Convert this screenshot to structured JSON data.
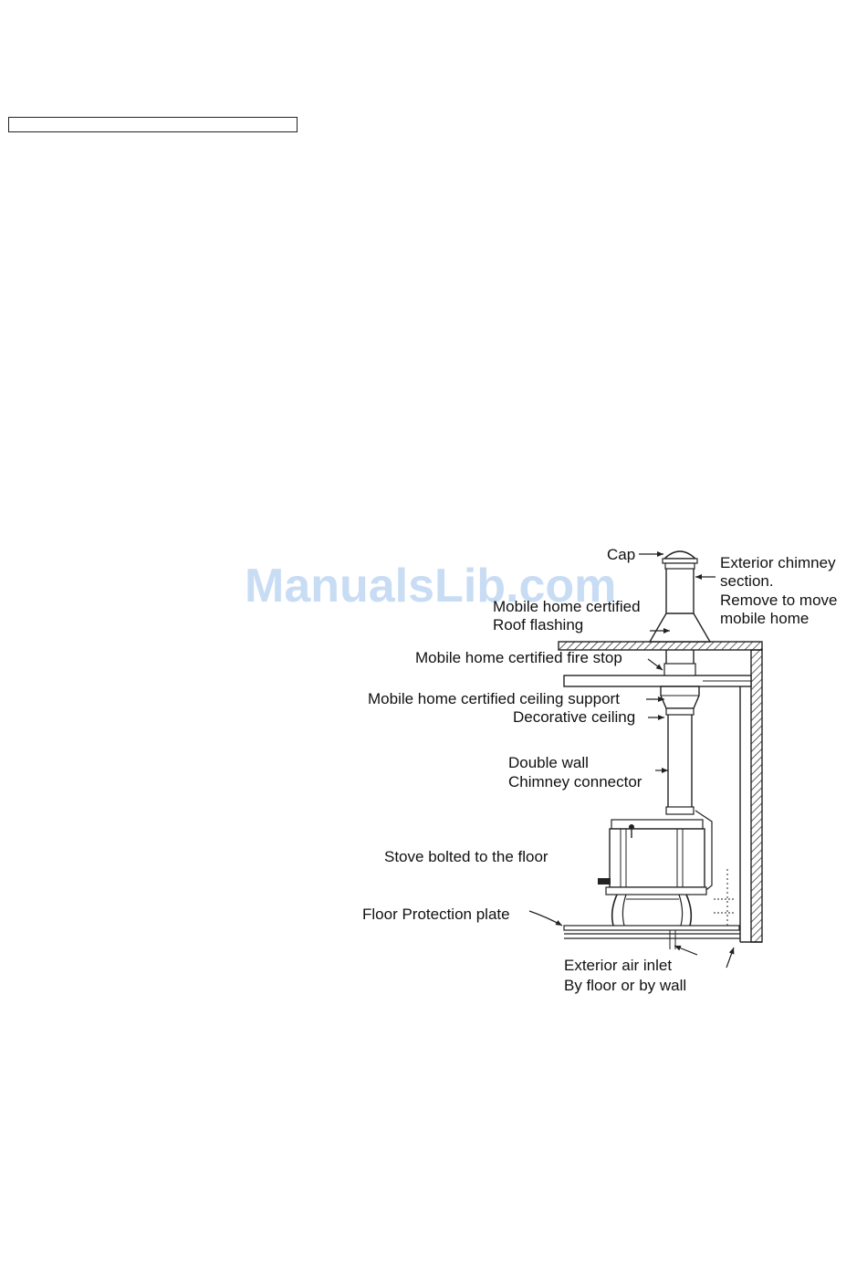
{
  "page": {
    "header_box_text": ""
  },
  "diagram": {
    "watermark": "ManualsLib.com",
    "labels": {
      "cap": "Cap",
      "exterior_line1": "Exterior chimney",
      "exterior_line2": "section.",
      "exterior_line3": "Remove to move",
      "exterior_line4": "mobile home",
      "roof_line1": "Mobile home certified",
      "roof_line2": "Roof flashing",
      "fire_stop": "Mobile home certified fire stop",
      "ceiling_support": "Mobile home certified ceiling support",
      "decorative_ceiling": "Decorative ceiling",
      "double_wall_line1": "Double wall",
      "double_wall_line2": "Chimney connector",
      "stove_bolted": "Stove bolted to the floor",
      "floor_protection": "Floor Protection plate",
      "air_inlet_line1": "Exterior air inlet",
      "air_inlet_line2": "By floor or by wall"
    },
    "colors": {
      "line": "#222222",
      "watermark": "#3b82d6"
    }
  }
}
